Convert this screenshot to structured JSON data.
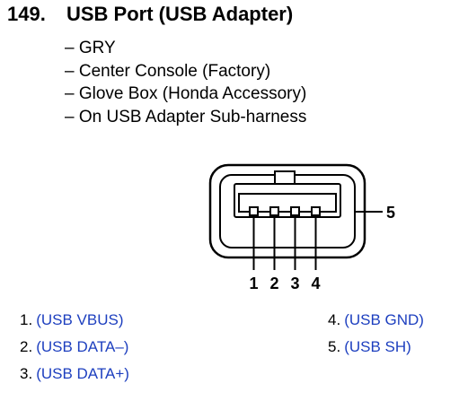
{
  "header": {
    "number": "149.",
    "title": "USB Port (USB Adapter)"
  },
  "notes": [
    "– GRY",
    "– Center Console (Factory)",
    "– Glove Box (Honda Accessory)",
    "– On USB Adapter Sub-harness"
  ],
  "connector": {
    "callouts": [
      "1",
      "2",
      "3",
      "4",
      "5"
    ]
  },
  "pins": [
    {
      "number": "1.",
      "signal": "(USB VBUS)"
    },
    {
      "number": "2.",
      "signal": "(USB DATA–)"
    },
    {
      "number": "3.",
      "signal": "(USB DATA+)"
    },
    {
      "number": "4.",
      "signal": "(USB GND)"
    },
    {
      "number": "5.",
      "signal": "(USB SH)"
    }
  ],
  "colors": {
    "signal_text": "#1d3fbf",
    "line": "#000000"
  }
}
